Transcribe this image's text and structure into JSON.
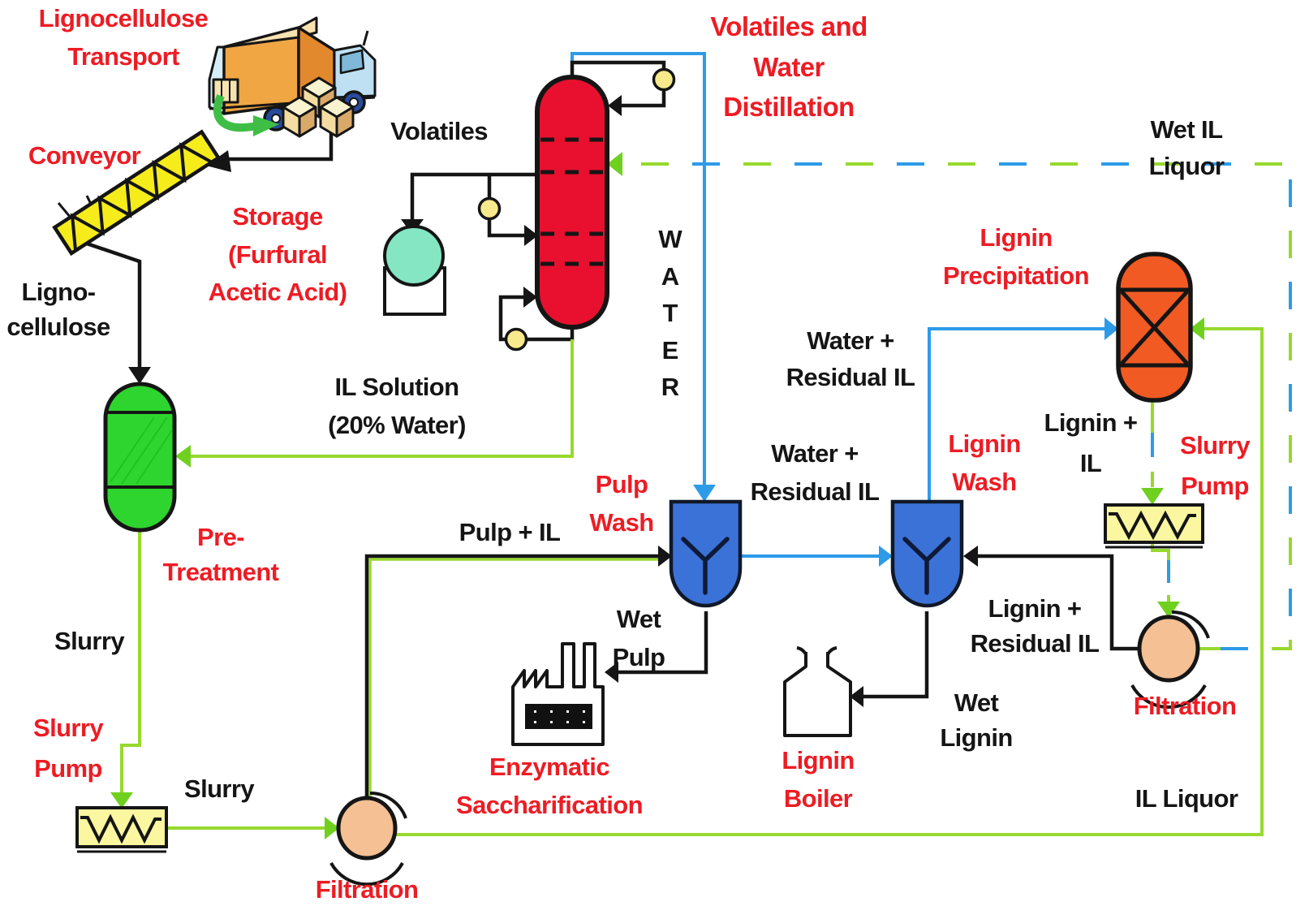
{
  "labels": {
    "transport": "Lignocellulose\nTransport",
    "conveyor": "Conveyor",
    "storage": "Storage\n(Furfural\nAcetic Acid)",
    "distillation_title": "Volatiles and\nWater\nDistillation",
    "volatiles": "Volatiles",
    "wet_il_liquor": "Wet IL Liquor",
    "lignocellulose_stream": "Ligno-\ncellulose",
    "il_solution": "IL Solution\n(20% Water)",
    "water_stream": "W\nA\nT\nE\nR",
    "pre_treatment": "Pre-\nTreatment",
    "pulp_il": "Pulp + IL",
    "pulp_wash": "Pulp\nWash",
    "water_residual_upper": "Water +\nResidual IL",
    "water_residual_lower": "Water +\nResidual IL",
    "lignin_precipitation": "Lignin\nPrecipitation",
    "lignin_wash": "Lignin\nWash",
    "lignin_il": "Lignin +\nIL",
    "slurry_pump_right": "Slurry\nPump",
    "slurry_stream_upper": "Slurry",
    "slurry_pump_left": "Slurry\nPump",
    "slurry_stream_lower": "Slurry",
    "filtration_left": "Filtration",
    "filtration_right": "Filtration",
    "wet_pulp": "Wet\nPulp",
    "enzymatic_saccharification": "Enzymatic\nSaccharification",
    "lignin_boiler": "Lignin\nBoiler",
    "wet_lignin": "Wet\nLignin",
    "lignin_residual": "Lignin +\nResidual IL",
    "il_liquor": "IL Liquor"
  },
  "colors": {
    "label_red": "#ED1C24",
    "line_black": "#151515",
    "column_red": "#E8102E",
    "vessel_green": "#2ED52E",
    "vessel_orange": "#F15A22",
    "vessel_blue": "#3B72D8",
    "storage_teal": "#85E6C4",
    "pump_yellow": "#FAF7A0",
    "conveyor_yellow": "#F6EC1B",
    "valve_yellow": "#F7E98C",
    "filter_tan": "#F4C094",
    "stream_green": "#97D92E",
    "stream_blue": "#2D9BE8"
  }
}
